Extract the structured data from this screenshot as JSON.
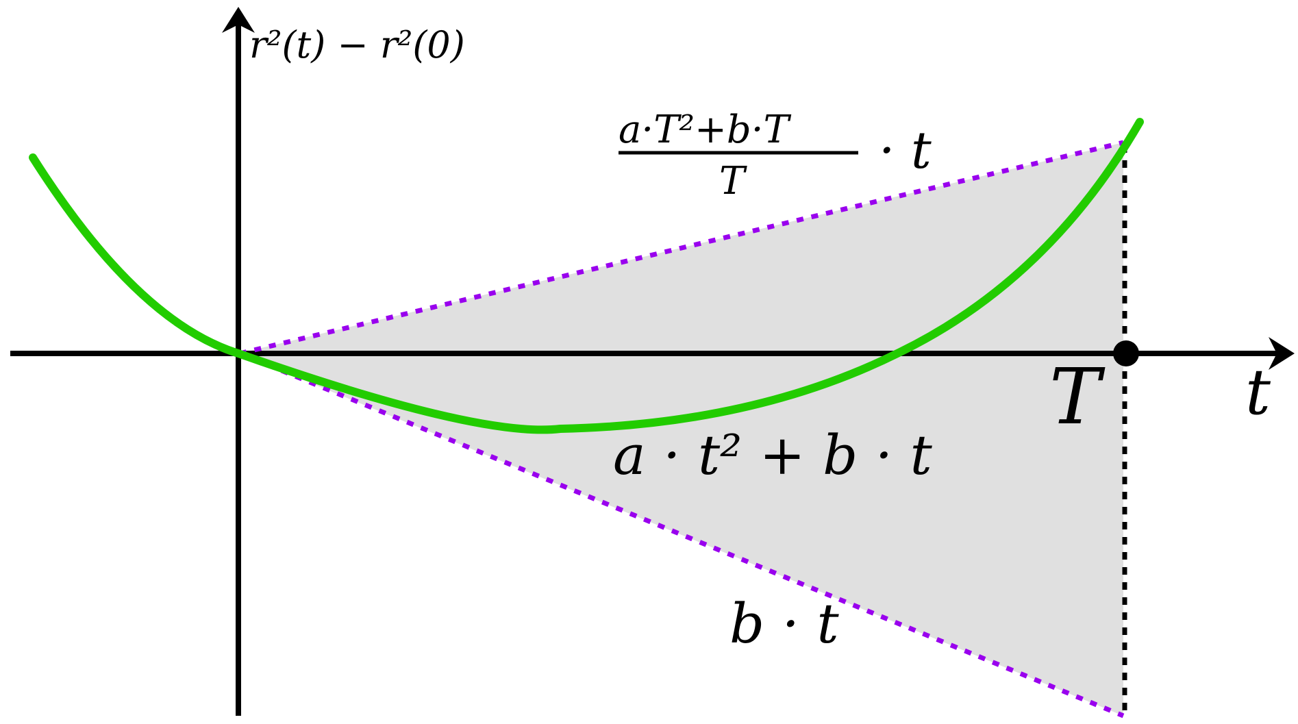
{
  "labels": {
    "y_axis": "r²(t) − r²(0)",
    "x_axis": "t",
    "T_marker": "T",
    "parabola": "a · t² + b · t",
    "lower_line": "b · t",
    "upper_line_numerator": "a·T²+b·T",
    "upper_line_denominator": "T",
    "upper_line_factor": "· t"
  },
  "colors": {
    "axis": "#000000",
    "curve": "#22cc00",
    "dotted_lines": "#9900ee",
    "shaded_region": "#e0e0e0",
    "vertical_marker": "#000000"
  }
}
